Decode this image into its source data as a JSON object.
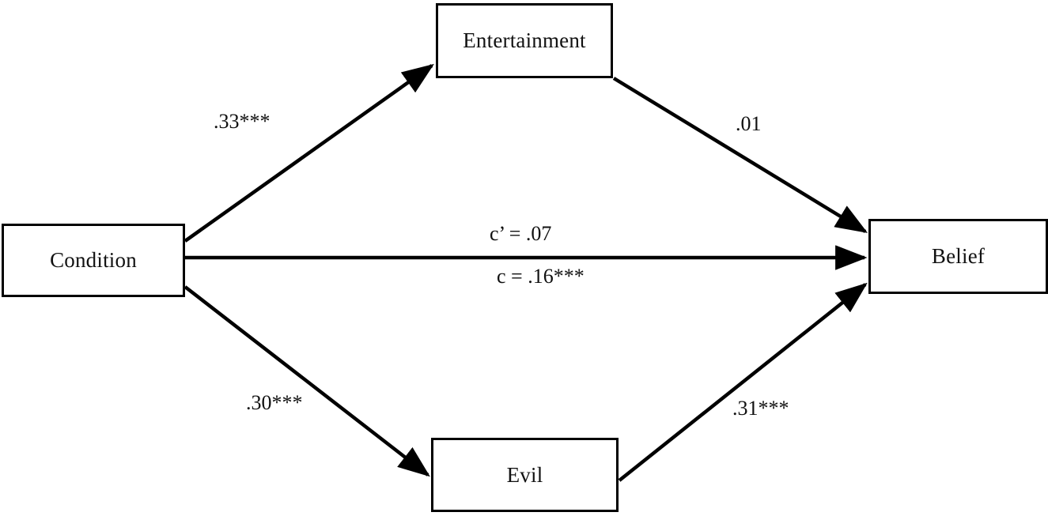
{
  "diagram": {
    "type": "mediation-path-diagram",
    "nodes": [
      {
        "id": "condition",
        "label": "Condition"
      },
      {
        "id": "entertainment",
        "label": "Entertainment"
      },
      {
        "id": "evil",
        "label": "Evil"
      },
      {
        "id": "belief",
        "label": "Belief"
      }
    ],
    "paths": [
      {
        "id": "a1",
        "from": "condition",
        "to": "entertainment",
        "label": ".33***"
      },
      {
        "id": "b1",
        "from": "entertainment",
        "to": "belief",
        "label": ".01"
      },
      {
        "id": "cp",
        "from": "condition",
        "to": "belief",
        "label": "c’ = .07"
      },
      {
        "id": "c",
        "from": "condition",
        "to": "belief",
        "label": "c = .16***"
      },
      {
        "id": "a2",
        "from": "condition",
        "to": "evil",
        "label": ".30***"
      },
      {
        "id": "b2",
        "from": "evil",
        "to": "belief",
        "label": ".31***"
      }
    ],
    "style": {
      "line_color": "#000000",
      "box_border_color": "#000000",
      "background_color": "#ffffff",
      "text_color": "#101010"
    }
  },
  "chart_data": {
    "type": "diagram",
    "title": "",
    "nodes": [
      "Condition",
      "Entertainment",
      "Evil",
      "Belief"
    ],
    "edges": [
      {
        "source": "Condition",
        "target": "Entertainment",
        "coefficient": 0.33,
        "label": ".33***",
        "significance": "***"
      },
      {
        "source": "Entertainment",
        "target": "Belief",
        "coefficient": 0.01,
        "label": ".01",
        "significance": ""
      },
      {
        "source": "Condition",
        "target": "Belief",
        "coefficient": 0.07,
        "label": "c’ = .07",
        "significance": "",
        "path": "c'"
      },
      {
        "source": "Condition",
        "target": "Belief",
        "coefficient": 0.16,
        "label": "c = .16***",
        "significance": "***",
        "path": "c"
      },
      {
        "source": "Condition",
        "target": "Evil",
        "coefficient": 0.3,
        "label": ".30***",
        "significance": "***"
      },
      {
        "source": "Evil",
        "target": "Belief",
        "coefficient": 0.31,
        "label": ".31***",
        "significance": "***"
      }
    ]
  }
}
